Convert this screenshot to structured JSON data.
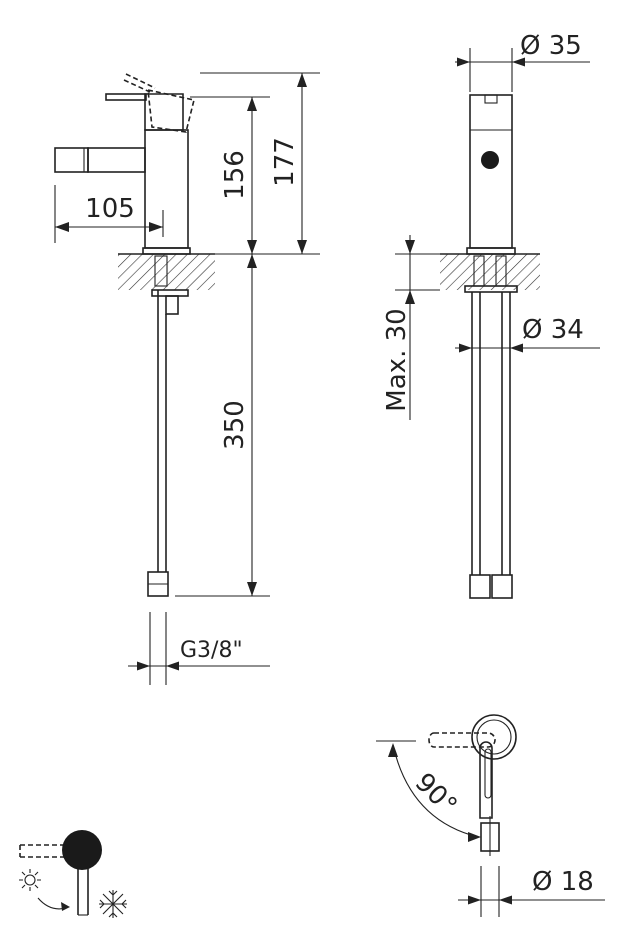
{
  "dimensions": {
    "spout_reach": "105",
    "body_height": "156",
    "total_height": "177",
    "hose_length": "350",
    "connection": "G3/8\"",
    "body_diameter": "Ø 35",
    "max_deck_thickness": "Max. 30",
    "hole_diameter": "Ø 34",
    "lever_rotation": "90°",
    "lever_width": "Ø 18"
  },
  "icons": [
    "hot-water-sun-icon",
    "cold-water-snowflake-icon",
    "rotation-arrow-icon"
  ]
}
